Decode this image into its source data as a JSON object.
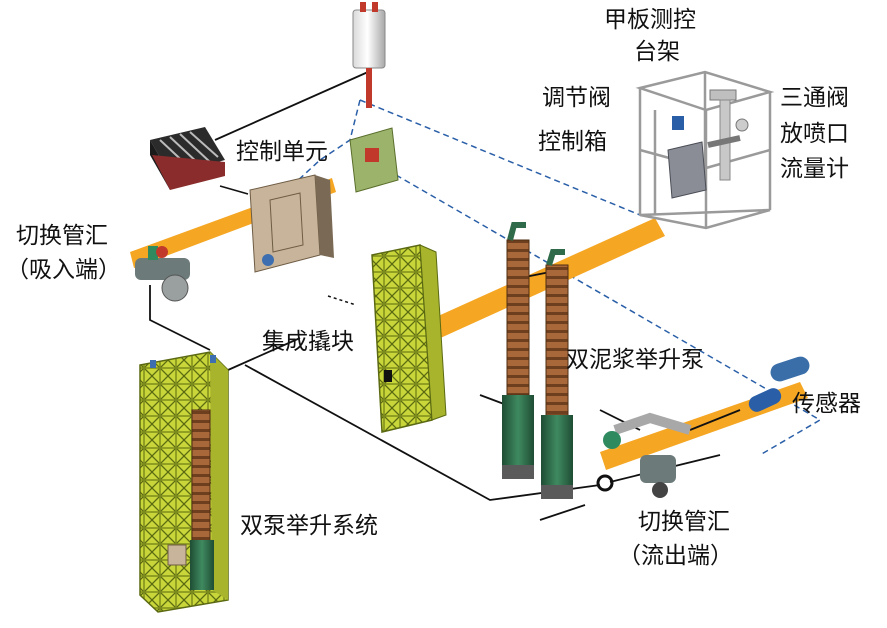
{
  "labels": {
    "deck_frame_line1": "甲板测控",
    "deck_frame_line2": "台架",
    "control_valve": "调节阀",
    "three_way_valve": "三通阀",
    "control_box": "控制箱",
    "spray_outlet": "放喷口",
    "flow_meter": "流量计",
    "control_unit": "控制单元",
    "switch_manifold_in_line1": "切换管汇",
    "switch_manifold_in_line2": "（吸入端）",
    "integrated_skid": "集成撬块",
    "dual_slurry_pump": "双泥浆举升泵",
    "sensor": "传感器",
    "dual_pump_system": "双泵举升系统",
    "switch_manifold_out_line1": "切换管汇",
    "switch_manifold_out_line2": "（流出端）"
  },
  "colors": {
    "flow_path": "#f5a623",
    "frame": "#c9d63a",
    "pump_copper": "#a9683a",
    "pump_green": "#2f6b4a",
    "signal_line": "#2a5fa8",
    "cable": "#111111"
  }
}
